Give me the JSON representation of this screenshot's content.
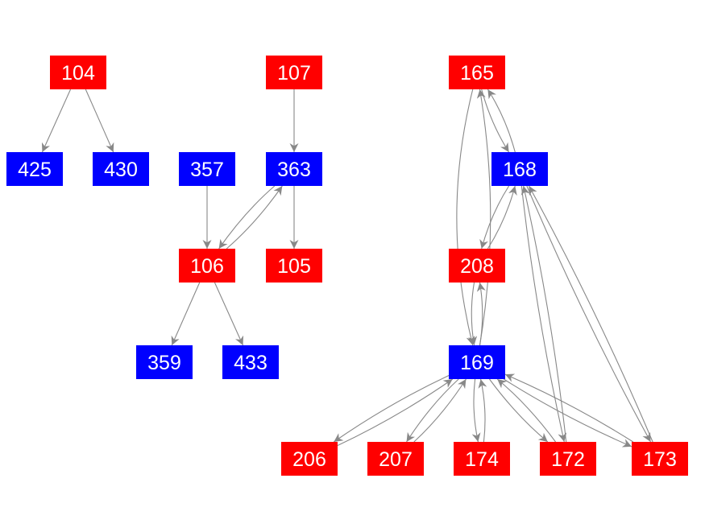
{
  "colors": {
    "red": "#ff0000",
    "blue": "#0000ff",
    "edge": "#888888",
    "label": "#ffffff"
  },
  "nodes": [
    {
      "id": "104",
      "color": "red"
    },
    {
      "id": "107",
      "color": "red"
    },
    {
      "id": "165",
      "color": "red"
    },
    {
      "id": "425",
      "color": "blue"
    },
    {
      "id": "430",
      "color": "blue"
    },
    {
      "id": "357",
      "color": "blue"
    },
    {
      "id": "363",
      "color": "blue"
    },
    {
      "id": "168",
      "color": "blue"
    },
    {
      "id": "106",
      "color": "red"
    },
    {
      "id": "105",
      "color": "red"
    },
    {
      "id": "208",
      "color": "red"
    },
    {
      "id": "359",
      "color": "blue"
    },
    {
      "id": "433",
      "color": "blue"
    },
    {
      "id": "169",
      "color": "blue"
    },
    {
      "id": "206",
      "color": "red"
    },
    {
      "id": "207",
      "color": "red"
    },
    {
      "id": "174",
      "color": "red"
    },
    {
      "id": "172",
      "color": "red"
    },
    {
      "id": "173",
      "color": "red"
    }
  ],
  "edges": [
    [
      "104",
      "425"
    ],
    [
      "104",
      "430"
    ],
    [
      "107",
      "363"
    ],
    [
      "357",
      "106"
    ],
    [
      "363",
      "106"
    ],
    [
      "106",
      "363"
    ],
    [
      "363",
      "105"
    ],
    [
      "106",
      "359"
    ],
    [
      "106",
      "433"
    ],
    [
      "165",
      "169"
    ],
    [
      "169",
      "165"
    ],
    [
      "165",
      "168"
    ],
    [
      "168",
      "165"
    ],
    [
      "168",
      "208"
    ],
    [
      "208",
      "168"
    ],
    [
      "208",
      "169"
    ],
    [
      "169",
      "208"
    ],
    [
      "169",
      "206"
    ],
    [
      "206",
      "169"
    ],
    [
      "169",
      "207"
    ],
    [
      "207",
      "169"
    ],
    [
      "169",
      "174"
    ],
    [
      "174",
      "169"
    ],
    [
      "169",
      "172"
    ],
    [
      "172",
      "169"
    ],
    [
      "169",
      "173"
    ],
    [
      "173",
      "169"
    ],
    [
      "168",
      "172"
    ],
    [
      "172",
      "168"
    ],
    [
      "168",
      "173"
    ],
    [
      "173",
      "168"
    ]
  ]
}
